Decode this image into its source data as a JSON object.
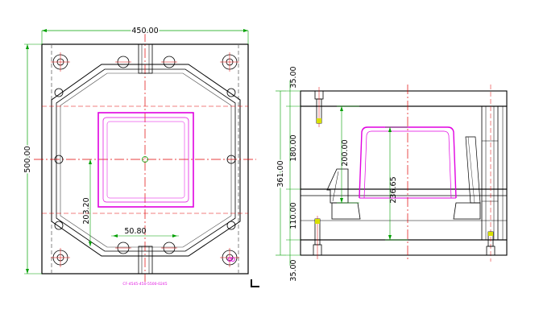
{
  "top_view": {
    "dims": {
      "width": "450.00",
      "height": "500.00",
      "offset": "203.20",
      "slot": "50.80"
    },
    "caption": "CF-4545-450-5500-0245"
  },
  "side_view": {
    "dims": {
      "top_plate": "35.00",
      "upper": "180.00",
      "total": "361.00",
      "lower": "110.00",
      "bottom_plate": "35.00",
      "pocket": "200.00",
      "cavity": "236.65"
    }
  },
  "colors": {
    "outline": "#000000",
    "dimension": "#00a000",
    "centerline": "#e00000",
    "cavity": "#e000e0",
    "hidden": "#666666"
  }
}
